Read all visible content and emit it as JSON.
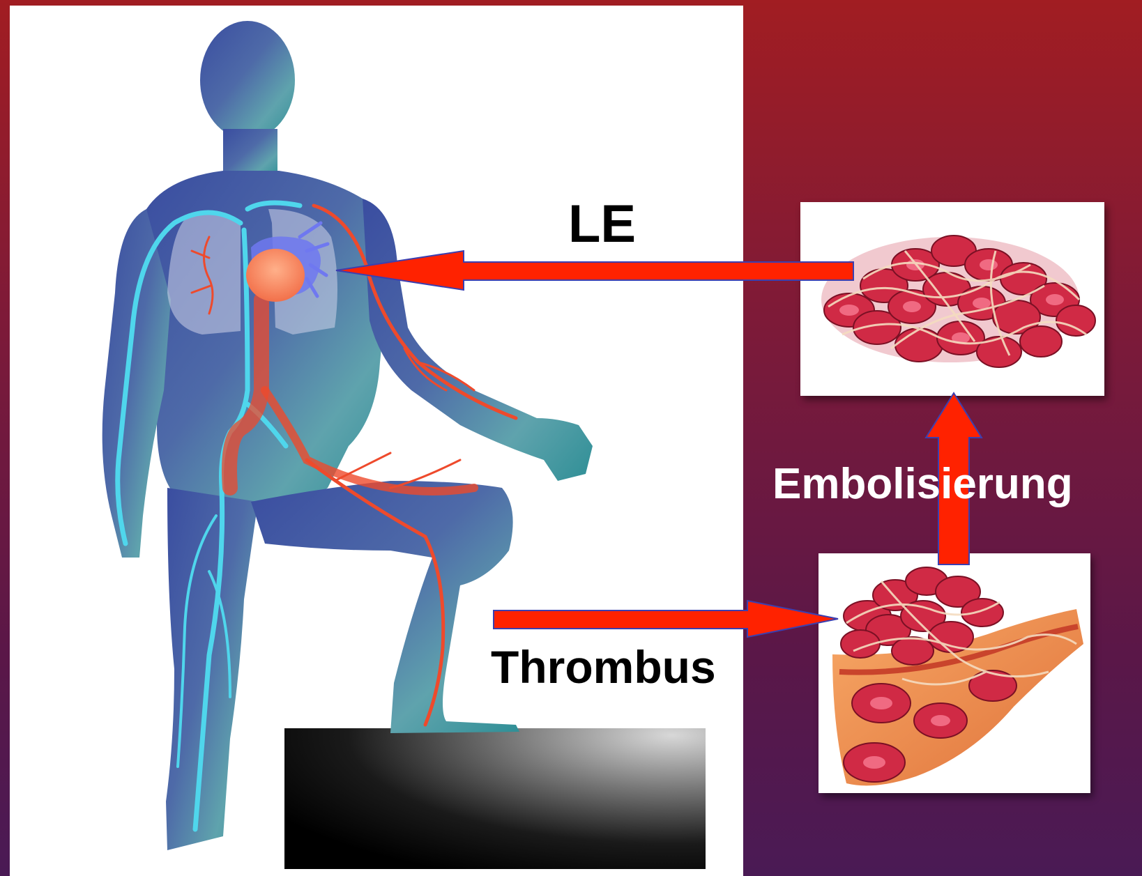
{
  "labels": {
    "le": "LE",
    "thrombus": "Thrombus",
    "embolisierung": "Embolisierung"
  },
  "colors": {
    "background_top": "#a11d22",
    "background_bottom": "#4a1a55",
    "arrow_fill": "#ff2200",
    "arrow_stroke": "#3b3fb0",
    "label_dark": "#000000",
    "label_light": "#ffffff",
    "vein": "#4fd6ec",
    "artery": "#ee4a2c"
  },
  "images": {
    "body_figure": "human-body-circulation-illustration",
    "clot_embolus": "blood-clot-fibrin-mesh-illustration",
    "clot_in_vessel": "thrombus-in-vein-wall-illustration",
    "step_block": "dark-gradient-step-block"
  }
}
